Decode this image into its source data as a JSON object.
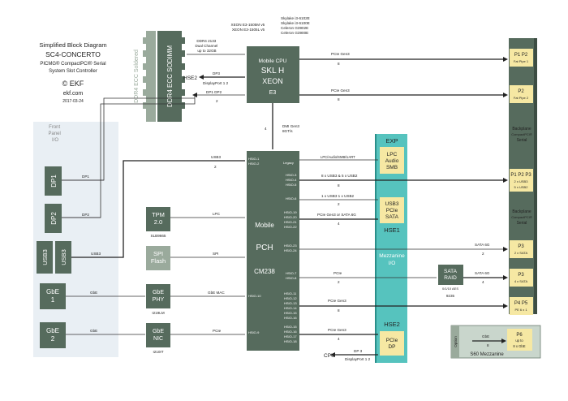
{
  "title": {
    "line1": "Simplified Block Diagram",
    "line2": "SC4-CONCERTO",
    "line3": "PICMG® CompactPCI® Serial",
    "line4": "System Slot Controller",
    "logo": "© EKF",
    "site": "ekf.com",
    "date": "2017-03-24"
  },
  "sodimm": {
    "label_outer": "DDR4 ECC Soldered",
    "label_inner": "DDR4 ECC SODIMM",
    "ddr_note": [
      "DDR4 2133",
      "Dual Channel",
      "up to 32GB"
    ]
  },
  "cpu": {
    "models_left": [
      "XEON E3-1505M v5",
      "XEON E3-1505L v5"
    ],
    "models_right": [
      "Skylake i3-6102E",
      "Skylake i3-6100E",
      "Celeron G3902E",
      "Celeron G3900E"
    ],
    "label1": "Mobile CPU",
    "label2": "SKL H",
    "label3": "XEON",
    "label4": "E3"
  },
  "hse2_left": "HSE2",
  "dp3": "DP3",
  "dp12": "DisplayPort 1 2",
  "dp1dp2": "DP1  DP2",
  "pcie_gen3_top": "PCIe Gen3",
  "pcie_gen3_2": "PCIe Gen3",
  "dmi": [
    "DMI Gen3",
    "8GT/s"
  ],
  "front_panel": [
    "Front",
    "Panel",
    "I/O"
  ],
  "front": {
    "dp1": "DP1",
    "dp2": "DP2",
    "usb3a": "USB3",
    "usb3b": "USB3",
    "gbe1": "GbE\n1",
    "gbe2": "GbE\n2"
  },
  "bus": {
    "dp1": "DP1",
    "dp2": "DP2",
    "usb3": "USB3",
    "gbe1": "GbE",
    "gbe2": "GbE",
    "usb3_top": "USB3",
    "lpc": "LPC",
    "spi": "SPI",
    "gbe_mac": "GbE MAC",
    "pcie": "PCIe",
    "legacy": "Legacy",
    "lpc_audio": "LPC/Audio/SMB/UART",
    "usb_8x": "8 x USB3 & 5 x USB2",
    "usb_1x": "1 x USB3  1 x USB2",
    "pcie_or_sata": "PCIe Gen3 or SATA 6G",
    "sata6g_a": "SATA 6G",
    "sata6g_b": "SATA 6G",
    "pcie_hse": "PCIe",
    "pcie_gen3_c": "PCIe Gen3",
    "pcie_gen3_d": "PCIe Gen3",
    "dp_3": "DP 3",
    "dp_12_bottom": "DisplayPort 1 2",
    "gbe_opt": "GbE",
    "cpu_arrow": "CPU"
  },
  "counts": {
    "pcie_top": "8",
    "pcie2": "8",
    "dmi": "4",
    "dp": "2",
    "usb3_top": "2",
    "usb_8x": "8",
    "usb_1x": "2",
    "pcie_or_sata": "4",
    "sata_a": "2",
    "sata_b": "4",
    "pcie_hse": "2",
    "pcie_c": "8",
    "pcie_d": "4",
    "gbe_opt": "8"
  },
  "tpm": {
    "label": "TPM\n2.0",
    "part": "SLB9665"
  },
  "spi_flash": {
    "label": "SPI\nFlash"
  },
  "phy": {
    "label": "GbE\nPHY",
    "part": "I219LM"
  },
  "nic": {
    "label": "GbE\nNIC",
    "part": "I210IT"
  },
  "pch": {
    "label1": "Mobile",
    "label2": "PCH",
    "label3": "CM238",
    "hsio_top": [
      "HSIO-1",
      "HSIO-2"
    ],
    "hsio_blk1": [
      "HSIO-3",
      "HSIO-4",
      "HSIO-5"
    ],
    "hsio_6": "HSIO-6",
    "hsio_blk2": [
      "HSIO-19",
      "HSIO-20",
      "HSIO-21",
      "HSIO-22"
    ],
    "hsio_blk3": [
      "HSIO-23",
      "HSIO-24"
    ],
    "hsio_blk4": [
      "HSIO-7",
      "HSIO-8"
    ],
    "hsio_10": "HSIO-10",
    "hsio_blk5": [
      "HSIO-11",
      "HSIO-12",
      "HSIO-13",
      "HSIO-14",
      "HSIO-15",
      "HSIO-16"
    ],
    "hsio_9": "HSIO-9",
    "hsio_blk6": [
      "HSIO-15",
      "HSIO-16",
      "HSIO-17",
      "HSIO-18"
    ]
  },
  "mezz": {
    "exp": "EXP",
    "lpc_audio": "LPC\nAudio\nSMB",
    "usb3pcie": "USB3\nPCIe\nSATA",
    "hse1": "HSE1",
    "mezz_io": "Mezzanine\nI/O",
    "hse2": "HSE2",
    "pcie_dp": "PCIe\nDP"
  },
  "sata_raid": {
    "label": "SATA\nRAID",
    "sub": "0/1/10 AES",
    "part": "9235"
  },
  "backplane": {
    "label_top": [
      "Backplane",
      "CompactPCI®",
      "Serial"
    ],
    "label_mid": [
      "Backplane",
      "CompactPCI®",
      "Serial"
    ],
    "p1p2": [
      "P1 P2",
      "Fat Pipe 1"
    ],
    "p2": [
      "P2",
      "Fat Pipe 2"
    ],
    "p1p2p3": [
      "P1 P2 P3",
      "2 x USB3",
      "5 x USB2"
    ],
    "p3a": [
      "P3",
      "2 x SATA"
    ],
    "p3b": [
      "P3",
      "4 x SATA"
    ],
    "p4p5": [
      "P4  P5",
      "PE 6 x 1"
    ]
  },
  "option": {
    "tag": "Option",
    "p6": [
      "P6",
      "up to",
      "8 x GbE"
    ],
    "mezz": "S60 Mezzanine"
  },
  "colors": {
    "dark": "#566b5d",
    "light": "#9aaa9c",
    "teal": "#56c3be",
    "yellow": "#f6e8a3",
    "front": "#e9eff4"
  }
}
